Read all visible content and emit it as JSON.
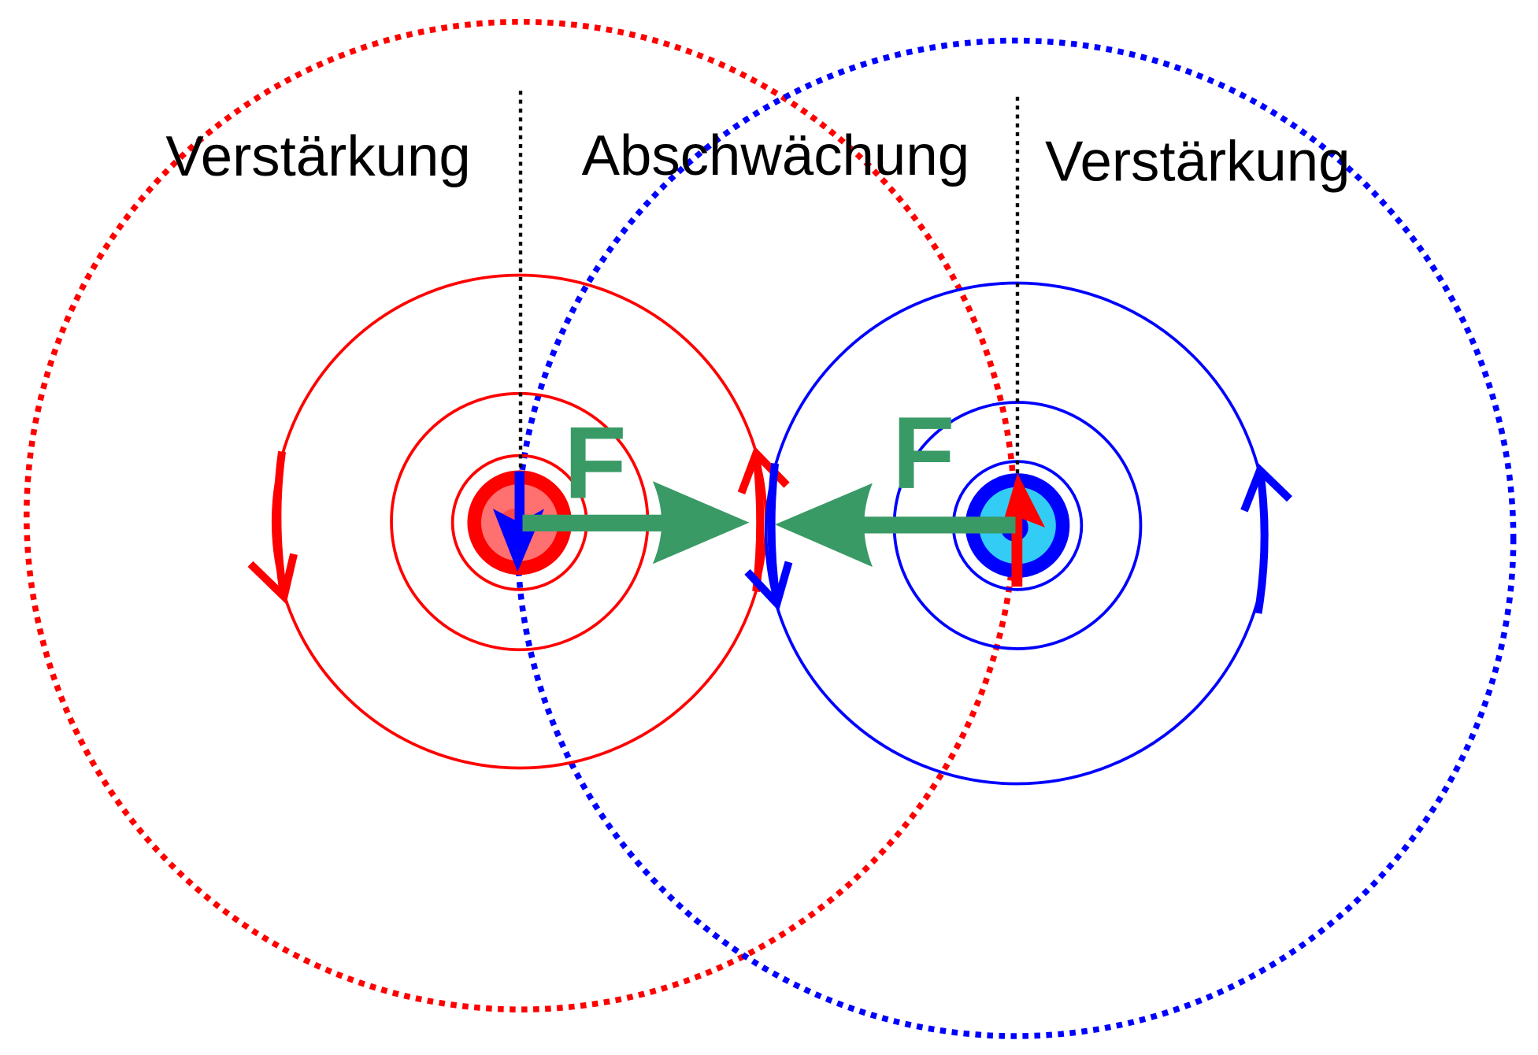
{
  "labels": {
    "left": "Verstärkung",
    "middle": "Abschwächung",
    "right": "Verstärkung",
    "force_left": "F",
    "force_right": "F"
  },
  "colors": {
    "red": "#ff0000",
    "pink": "#ff7070",
    "blue": "#0000ff",
    "cyan": "#33ccf5",
    "green": "#3a9a66",
    "black": "#000000"
  }
}
